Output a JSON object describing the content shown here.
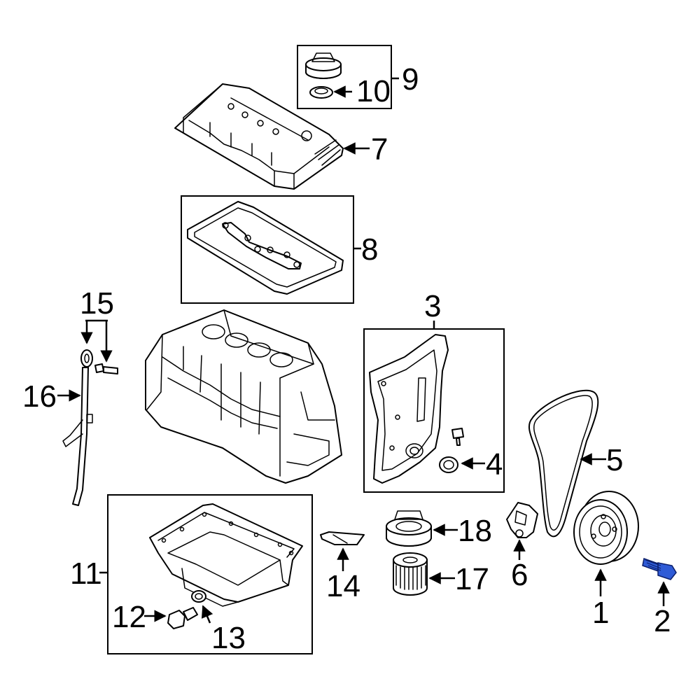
{
  "callouts": {
    "c1": "1",
    "c2": "2",
    "c3": "3",
    "c4": "4",
    "c5": "5",
    "c6": "6",
    "c7": "7",
    "c8": "8",
    "c9": "9",
    "c10": "10",
    "c11": "11",
    "c12": "12",
    "c13": "13",
    "c14": "14",
    "c15": "15",
    "c16": "16",
    "c17": "17",
    "c18": "18"
  },
  "highlight_color": "#2f5bd6",
  "line_color": "#000000",
  "background_color": "#ffffff"
}
